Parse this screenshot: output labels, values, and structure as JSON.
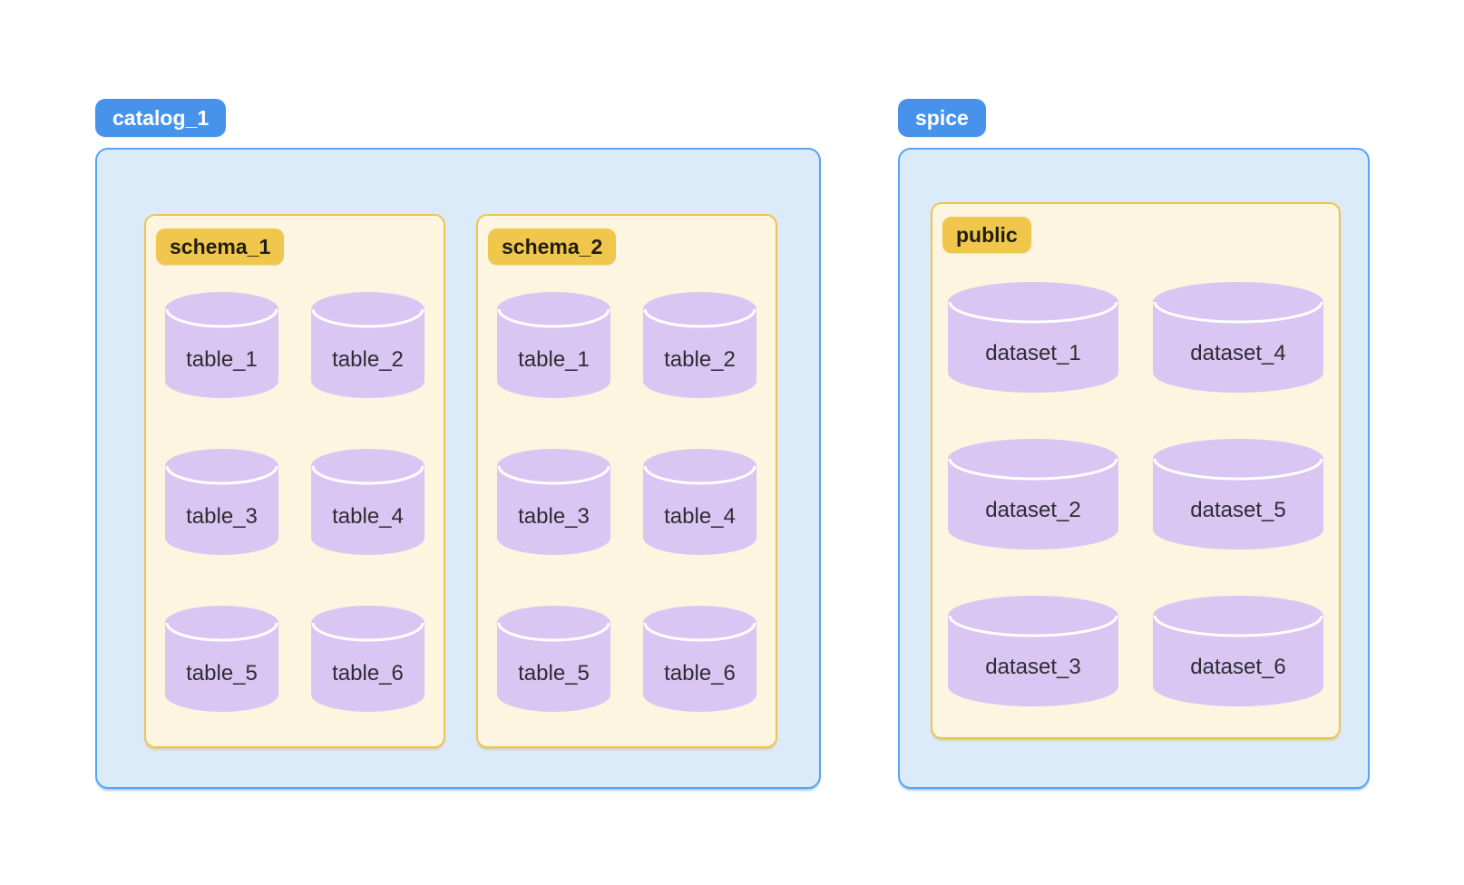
{
  "colors": {
    "blue_pill_bg": "#4793EC",
    "blue_pill_text": "#FFFFFF",
    "blue_box_bg": "#DCEBFA",
    "blue_box_border": "#57A4F2",
    "cream_box_bg": "#FDF5E0",
    "cream_box_border": "#EDC352",
    "gold_pill_bg": "#F0C64C",
    "gold_pill_text": "#221D11",
    "cylinder_fill": "#D9C6F3",
    "cylinder_edge": "#FFFFFF",
    "cylinder_text": "#2E2D33"
  },
  "catalogs": [
    {
      "name": "catalog_1",
      "schemas": [
        {
          "name": "schema_1",
          "tables": [
            "table_1",
            "table_2",
            "table_3",
            "table_4",
            "table_5",
            "table_6"
          ]
        },
        {
          "name": "schema_2",
          "tables": [
            "table_1",
            "table_2",
            "table_3",
            "table_4",
            "table_5",
            "table_6"
          ]
        }
      ]
    },
    {
      "name": "spice",
      "schemas": [
        {
          "name": "public",
          "tables": [
            "dataset_1",
            "dataset_4",
            "dataset_2",
            "dataset_5",
            "dataset_3",
            "dataset_6"
          ]
        }
      ]
    }
  ]
}
